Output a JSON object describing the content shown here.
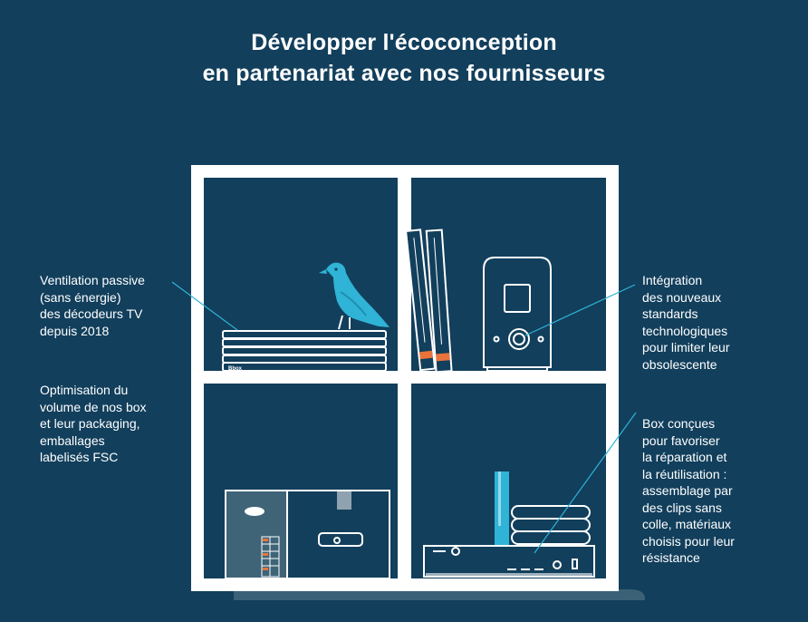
{
  "title": {
    "line1": "Développer l'écoconception",
    "line2": "en partenariat avec nos fournisseurs"
  },
  "annotations": {
    "ventilation": [
      "Ventilation passive",
      "(sans énergie)",
      "des décodeurs TV",
      "depuis 2018"
    ],
    "optimisation": [
      "Optimisation du",
      "volume de nos box",
      "et leur packaging,",
      "emballages",
      "labelisés FSC"
    ],
    "integration": [
      "Intégration",
      "des nouveaux",
      "standards",
      "technologiques",
      "pour limiter leur",
      "obsolescente"
    ],
    "box": [
      "Box conçues",
      "pour favoriser",
      "la réparation et",
      "la réutilisation :",
      "assemblage par",
      "des clips sans",
      "colle, matériaux",
      "choisis pour leur",
      "résistance"
    ]
  },
  "decoder_brand": "Bbox",
  "colors": {
    "background": "#123f5c",
    "shelf": "#ffffff",
    "accent_blue": "#2fb3d6",
    "accent_orange": "#e8743b",
    "box_panel": "#3f6477"
  }
}
